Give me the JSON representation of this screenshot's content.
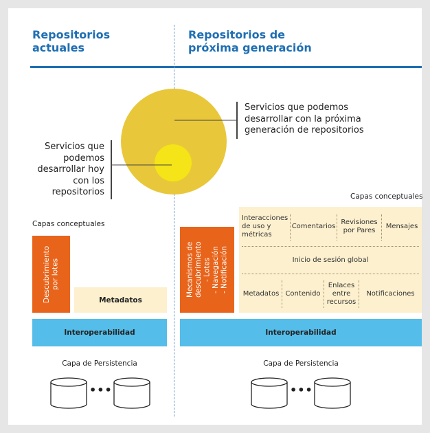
{
  "left_title": "Repositorios\nactuales",
  "right_title": "Repositorios de\npróxima generación",
  "big_circle_label": "Servicios que podemos\ndesarrollar con la próxima\ngeneración de repositorios",
  "small_circle_label": "Servicios que\npodemos\ndesarrollar hoy\ncon los\nrepositorios",
  "left": {
    "capas_label": "Capas conceptuales",
    "discovery": "Descubrimiento\npor lotes",
    "metadatos": "Metadatos",
    "interop": "Interoperabilidad",
    "persistence": "Capa de Persistencia",
    "dots": "•••"
  },
  "right": {
    "capas_label": "Capas conceptuales",
    "discovery": "Mecanismos de\ndescubrimiento\n- Lotes\n- Navegación\n- Notificación",
    "services_row1": [
      "Interacciones\nde uso y\nmétricas",
      "Comentarios",
      "Revisiones\npor Pares",
      "Mensajes"
    ],
    "global_login": "Inicio de sesión global",
    "services_row3": [
      "Metadatos",
      "Contenido",
      "Enlaces\nentre\nrecursos",
      "Notificaciones"
    ],
    "interop": "Interoperabilidad",
    "persistence": "Capa de Persistencia",
    "dots": "•••"
  },
  "colors": {
    "title_blue": "#1f6fb3",
    "big_circle": "#e9c73a",
    "small_circle": "#f5e417",
    "orange": "#e8641b",
    "beige": "#fdf0ce",
    "interop_blue": "#55bde9"
  }
}
